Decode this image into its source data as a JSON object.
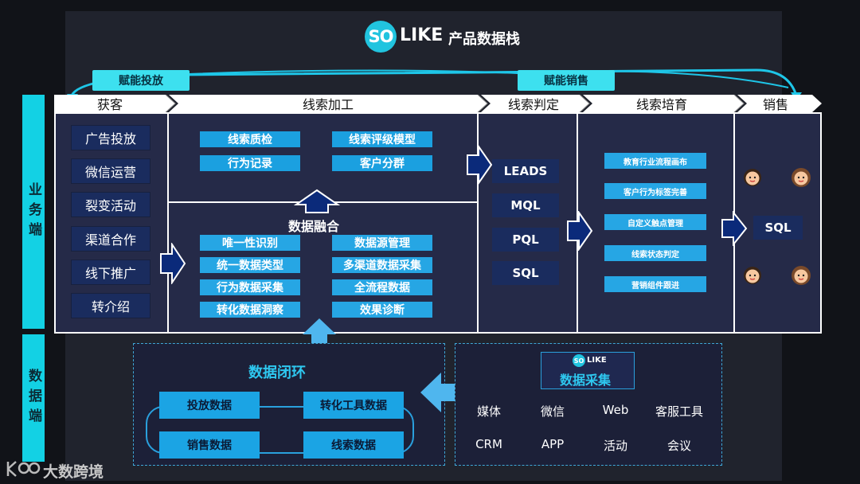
{
  "header": {
    "logo_so": "SO",
    "logo_like": "LIKE",
    "title": "产品数据栈"
  },
  "tags": {
    "tag1": "赋能投放",
    "tag2": "赋能销售"
  },
  "side": {
    "business": "业务端",
    "data": "数据端"
  },
  "stages": [
    "获客",
    "线索加工",
    "线索判定",
    "线索培育",
    "销售"
  ],
  "acquire": [
    "广告投放",
    "微信运营",
    "裂变活动",
    "渠道合作",
    "线下推广",
    "转介绍"
  ],
  "process_top": [
    "线索质检",
    "线索评级模型",
    "行为记录",
    "客户分群"
  ],
  "fusion": {
    "title": "数据融合",
    "items": [
      "唯一性识别",
      "数据源管理",
      "统一数据类型",
      "多渠道数据采集",
      "行为数据采集",
      "全流程数据",
      "转化数据洞察",
      "效果诊断"
    ]
  },
  "judge": [
    "LEADS",
    "MQL",
    "PQL",
    "SQL"
  ],
  "nurture": [
    "教育行业流程画布",
    "客户行为标签完善",
    "自定义触点管理",
    "线索状态判定",
    "营销组件跟进"
  ],
  "sales": {
    "sql": "SQL"
  },
  "loop": {
    "title": "数据闭环",
    "items": [
      "投放数据",
      "转化工具数据",
      "销售数据",
      "线索数据"
    ]
  },
  "collect": {
    "logo_so": "SO",
    "logo_like": "LIKE",
    "title": "数据采集",
    "sources": [
      "媒体",
      "微信",
      "Web",
      "客服工具",
      "CRM",
      "APP",
      "活动",
      "会议"
    ]
  },
  "watermark": {
    "text": "大数跨境"
  },
  "colors": {
    "accent": "#13d1e4",
    "pill": "#1ba0e0",
    "panel": "#252a48",
    "background": "#111318"
  }
}
